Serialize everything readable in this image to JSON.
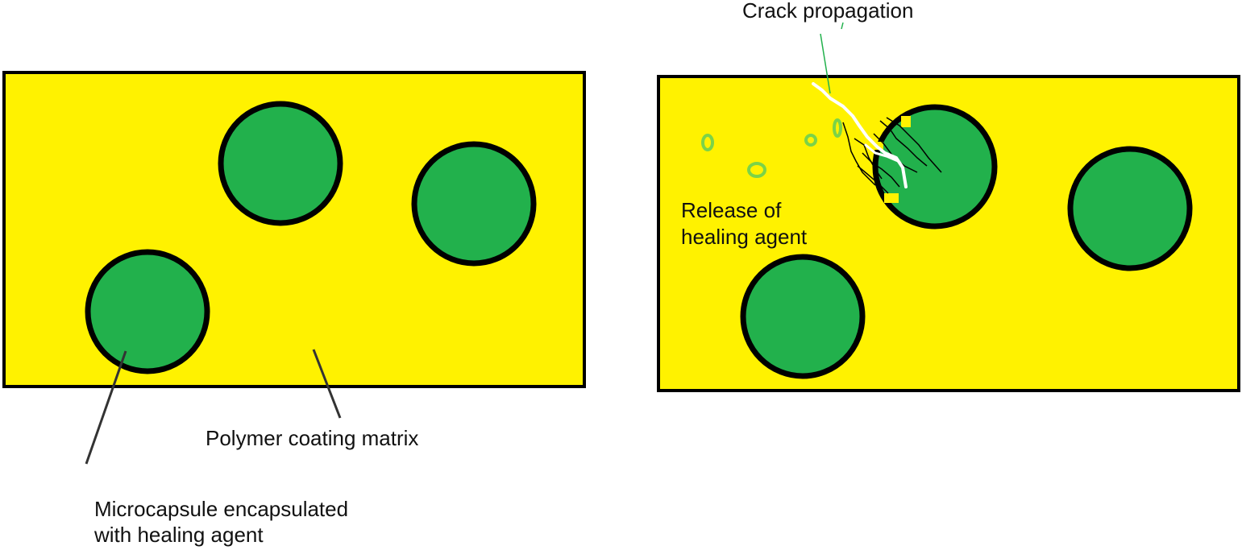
{
  "colors": {
    "matrix": "#FFF200",
    "capsule": "#22B14C",
    "outline": "#000000",
    "crack": "#FFFFFF",
    "released_agent": "#7BD348",
    "leader_line": "#333333",
    "crack_leader": "#22B14C"
  },
  "labels": {
    "crack_propagation": "Crack propagation",
    "release_line1": "Release of",
    "release_line2": "healing agent",
    "polymer_matrix": "Polymer coating matrix",
    "microcapsule_line1": "Microcapsule encapsulated",
    "microcapsule_line2": "with healing agent"
  }
}
